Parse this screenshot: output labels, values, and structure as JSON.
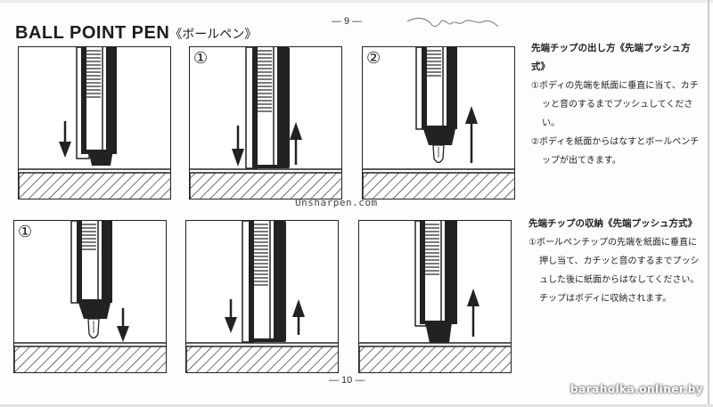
{
  "header": {
    "title_en": "BALL POINT PEN",
    "title_jp": "《ボールペン》",
    "page_top": "— 9 —",
    "page_bottom": "— 10 —"
  },
  "top_section": {
    "heading": "先端チップの出し方《先端プッシュ方式》",
    "steps": [
      "①ボディの先端を紙面に垂直に当て、カチッと音のするまでプッシュしてください。",
      "②ボディを紙面からはなすとボールペンチップが出てきます。"
    ],
    "panels": [
      {
        "label": "",
        "state": "tip-retracted",
        "arrows": [
          "down"
        ]
      },
      {
        "label": "①",
        "state": "pressed",
        "arrows": [
          "down",
          "up"
        ]
      },
      {
        "label": "②",
        "state": "tip-extended",
        "arrows": [
          "up"
        ]
      }
    ]
  },
  "bottom_section": {
    "heading": "先端チップの収納《先端プッシュ方式》",
    "steps": [
      "①ボールペンチップの先端を紙面に垂直に押し当て、カチッと音のするまでプッシュした後に紙面からはなしてください。チップはボディに収納されます。"
    ],
    "panels": [
      {
        "label": "①",
        "state": "tip-extended",
        "arrows": [
          "down"
        ]
      },
      {
        "label": "",
        "state": "pressed",
        "arrows": [
          "down",
          "up"
        ]
      },
      {
        "label": "",
        "state": "tip-retracted",
        "arrows": [
          "up"
        ]
      }
    ]
  },
  "watermarks": {
    "center": "Unsharpen.com",
    "corner": "baraholka.onliner.by"
  }
}
